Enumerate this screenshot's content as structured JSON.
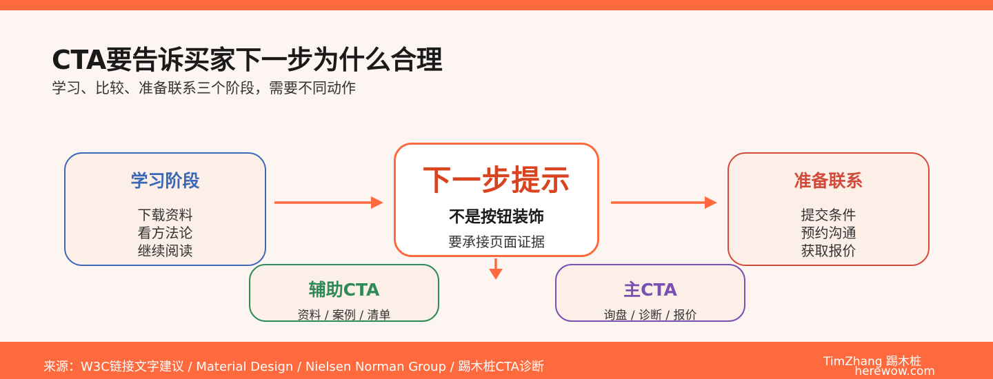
{
  "header": {
    "title": "CTA要告诉买家下一步为什么合理",
    "subtitle": "学习、比较、准备联系三个阶段，需要不同动作"
  },
  "stages": {
    "learn": {
      "title": "学习阶段",
      "items": [
        "下载资料",
        "看方法论",
        "继续阅读"
      ]
    },
    "next": {
      "title": "下一步提示",
      "subtitle": "不是按钮装饰",
      "note": "要承接页面证据"
    },
    "contact": {
      "title": "准备联系",
      "items": [
        "提交条件",
        "预约沟通",
        "获取报价"
      ]
    }
  },
  "ctas": {
    "aux": {
      "title": "辅助CTA",
      "detail": "资料 / 案例 / 清单"
    },
    "main": {
      "title": "主CTA",
      "detail": "询盘 / 诊断 / 报价"
    }
  },
  "footer": {
    "source": "来源：W3C链接文字建议 / Material Design / Nielsen Norman Group / 踢木桩CTA诊断",
    "author": "TimZhang 踢木桩",
    "site": "herewow.com"
  },
  "colors": {
    "accent": "#fe6a3d",
    "learn": "#3a67b7",
    "contact": "#d14a3a",
    "aux": "#2f8a5a",
    "main": "#7a4fb3"
  }
}
